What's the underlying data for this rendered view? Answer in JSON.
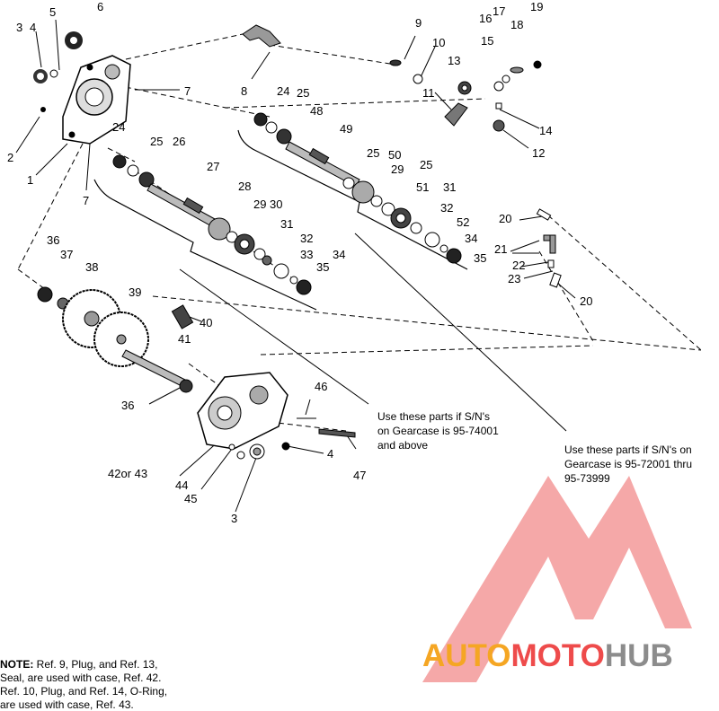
{
  "callouts": [
    "1",
    "2",
    "3",
    "4",
    "5",
    "6",
    "7",
    "7",
    "8",
    "9",
    "10",
    "11",
    "12",
    "13",
    "14",
    "15",
    "16",
    "17",
    "18",
    "19",
    "20",
    "20",
    "21",
    "22",
    "23",
    "24",
    "25",
    "26",
    "27",
    "28",
    "29",
    "30",
    "31",
    "32",
    "33",
    "34",
    "35",
    "24",
    "25",
    "48",
    "49",
    "25",
    "50",
    "29",
    "25",
    "51",
    "31",
    "32",
    "52",
    "34",
    "35",
    "36",
    "37",
    "38",
    "39",
    "40",
    "41",
    "36",
    "42or 43",
    "44",
    "45",
    "3",
    "4",
    "46",
    "47"
  ],
  "notes": {
    "upper_note": [
      "Use these parts if S/N's",
      "on Gearcase is 95-74001",
      "and above"
    ],
    "lower_note": [
      "Use these parts if S/N's on",
      "Gearcase is 95-72001 thru",
      "95-73999"
    ],
    "footer_lead": "NOTE:",
    "footer_lines": [
      " Ref. 9, Plug, and Ref. 13,",
      "Seal, are used with case, Ref. 42.",
      "Ref. 10, Plug, and Ref. 14, O-Ring,",
      "are used with case, Ref. 43."
    ]
  },
  "watermark": {
    "word_a": "AUTO",
    "word_b": "MOTO",
    "word_c": "HUB",
    "colors": {
      "orange": "#f5a623",
      "red": "#ee4b4b",
      "gray": "#8c8c8c",
      "logo": "#f28b8b"
    }
  }
}
